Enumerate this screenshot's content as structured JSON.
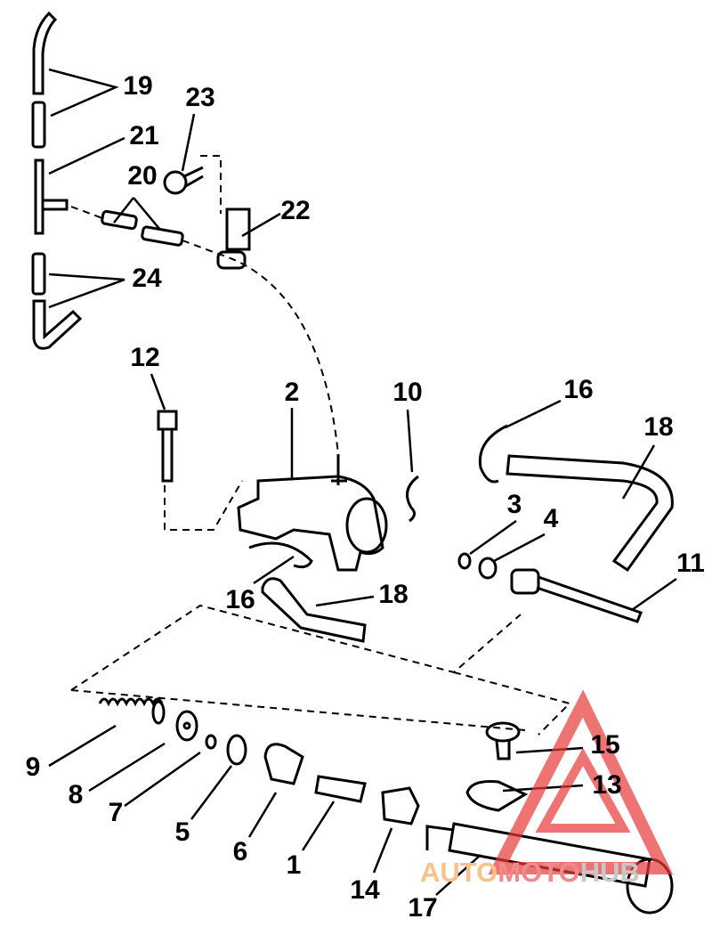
{
  "callouts": [
    "19",
    "23",
    "21",
    "20",
    "22",
    "24",
    "12",
    "2",
    "10",
    "16",
    "18",
    "3",
    "4",
    "11",
    "16",
    "18",
    "9",
    "8",
    "7",
    "5",
    "6",
    "1",
    "14",
    "15",
    "13",
    "17"
  ],
  "watermark": {
    "part1": "AUTO",
    "part2": "MOTO",
    "part3": "HUB",
    "color": "#e83a3a"
  }
}
